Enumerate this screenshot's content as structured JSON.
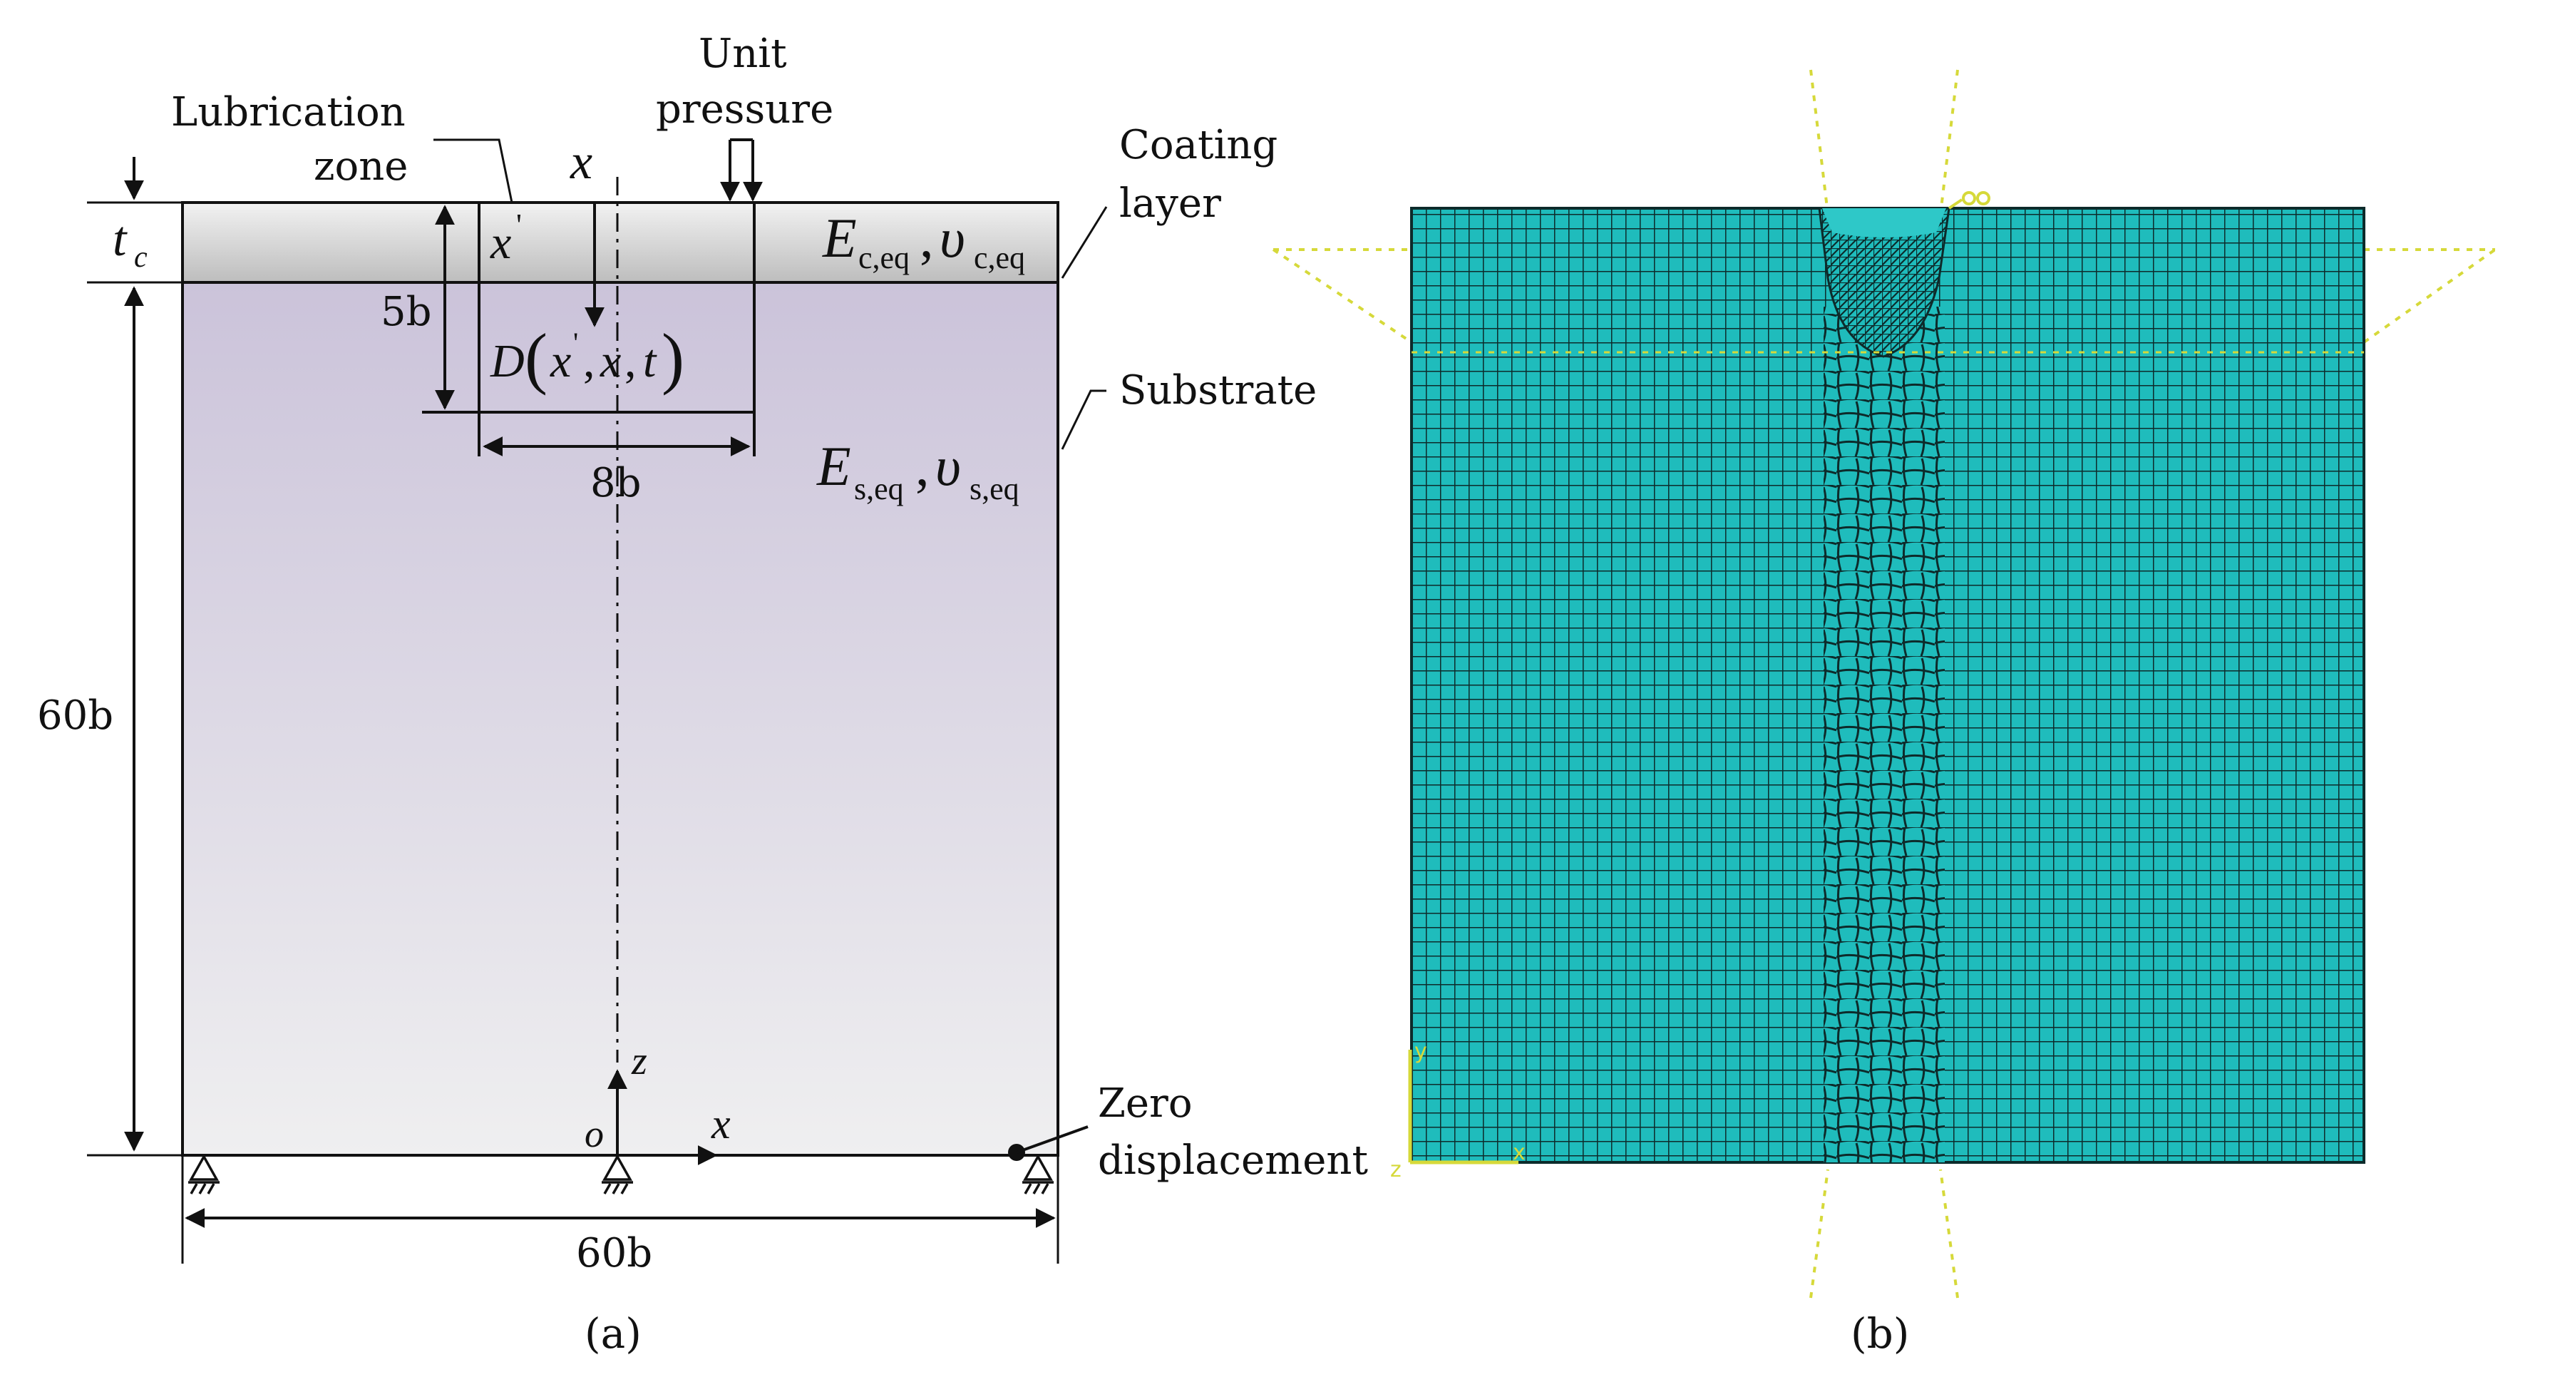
{
  "panel_a": {
    "labels": {
      "lubrication_zone_line1": "Lubrication",
      "lubrication_zone_line2": "zone",
      "unit_pressure_line1": "Unit",
      "unit_pressure_line2": "pressure",
      "coating_layer_line1": "Coating",
      "coating_layer_line2": "layer",
      "substrate": "Substrate",
      "zero_disp_line1": "Zero",
      "zero_disp_line2": "displacement"
    },
    "symbols": {
      "x_top": "x",
      "x_prime": "x",
      "prime": "'",
      "t": "t",
      "c_sub": "c",
      "E": "E",
      "nu": "υ",
      "c_eq": "c,eq",
      "comma": ",",
      "s_eq": "s,eq",
      "D": "D",
      "D_args_open": "(",
      "D_x": "x",
      "D_rest": ",",
      "D_x2": "x",
      "D_comma2": ",",
      "D_t": "t",
      "D_args_close": ")",
      "z_axis": "z",
      "o_origin": "o",
      "x_axis": "x"
    },
    "dimensions": {
      "five_b": "5b",
      "eight_b": "8b",
      "sixty_b_vertical": "60b",
      "sixty_b_horizontal": "60b"
    },
    "caption": "(a)"
  },
  "panel_b": {
    "caption": "(b)",
    "triad_z": "z",
    "triad_x": "x",
    "triad_y": "y",
    "mesh_color": "#1fbcbc",
    "line_color": "#0d2b2b",
    "guide_color": "#d6d93a"
  },
  "colors": {
    "coating_top": "#f2f2f2",
    "coating_bottom": "#bdbdbd",
    "substrate_top": "#cbc3da",
    "substrate_bottom": "#efeff0"
  }
}
